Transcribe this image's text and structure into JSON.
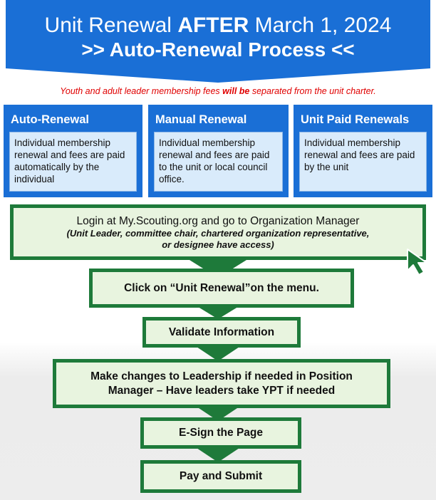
{
  "header": {
    "title_prefix": "Unit Renewal ",
    "title_emphasis": "AFTER",
    "title_suffix": " March 1, 2024",
    "subtitle": ">> Auto-Renewal Process <<"
  },
  "notice": {
    "part1": "Youth and adult leader membership fees ",
    "part2": "will be",
    "part3": " separated from the unit charter."
  },
  "options": [
    {
      "title": "Auto-Renewal",
      "body": "Individual membership renewal and fees are paid automatically by the individual"
    },
    {
      "title": "Manual Renewal",
      "body": "Individual membership renewal and fees are paid to the unit or local council office."
    },
    {
      "title": "Unit Paid Renewals",
      "body": "Individual membership renewal and fees are paid by the unit"
    }
  ],
  "steps": {
    "login": {
      "text": "Login at My.Scouting.org and go to Organization Manager",
      "note_line1": "(Unit Leader, committee chair, chartered organization representative,",
      "note_line2": "or designee have access)"
    },
    "click_renewal": "Click on “Unit Renewal”on the menu.",
    "validate": "Validate Information",
    "changes_line1": "Make changes to Leadership if needed in Position",
    "changes_line2": "Manager – Have leaders take YPT if needed",
    "esign": "E-Sign the Page",
    "pay": "Pay and Submit"
  },
  "colors": {
    "header_blue": "#1a6fd6",
    "step_border_green": "#1e7a3a",
    "step_fill": "#e8f4df",
    "notice_red": "#e00000",
    "option_body_fill": "#d9ebfb"
  },
  "icons": {
    "cursor": "mouse-pointer-icon"
  }
}
